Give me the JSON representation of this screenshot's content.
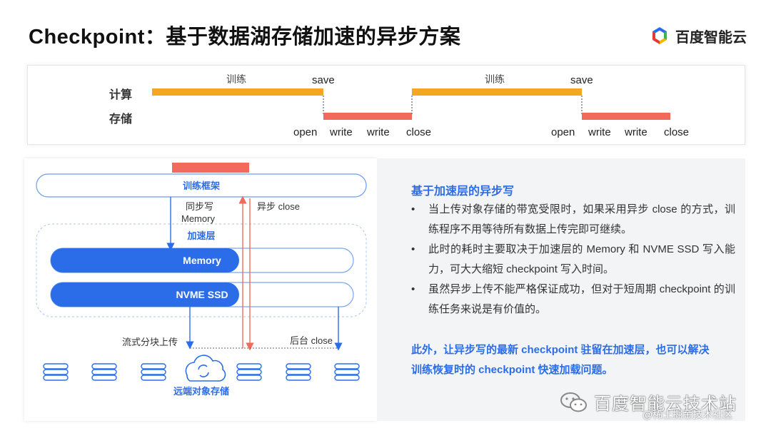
{
  "title": "Checkpoint：基于数据湖存储加速的异步方案",
  "brand": {
    "name": "百度智能云",
    "logo_icon": "baidu-cloud-logo-icon",
    "colors": [
      "#2b6de8",
      "#e53935",
      "#3bb54a",
      "#f7b500"
    ]
  },
  "timeline": {
    "row_labels": [
      "计算",
      "存储"
    ],
    "train_label": "训练",
    "save_label": "save",
    "io_labels": [
      "open",
      "write",
      "write",
      "close"
    ],
    "compute_color": "#f5a623",
    "storage_color": "#f26a5c"
  },
  "arch": {
    "framework": "训练框架",
    "sync_write": "同步写",
    "sync_memory": "Memory",
    "async_close": "异步 close",
    "accel_layer": "加速层",
    "memory": "Memory",
    "nvme": "NVME SSD",
    "stream_upload": "流式分块上传",
    "bg_close": "后台 close",
    "remote_storage": "远端对象存储",
    "disk_icon": "database-icon",
    "cloud_icon": "cloud-sync-icon",
    "accent": "#2b6de8"
  },
  "description": {
    "heading": "基于加速层的异步写",
    "bullets": [
      "当上传对象存储的带宽受限时，如果采用异步 close 的方式，训练程序不用等待所有数据上传完即可继续。",
      "此时的耗时主要取决于加速层的 Memory 和 NVME SSD 写入能力，可大大缩短 checkpoint 写入时间。",
      "虽然异步上传不能严格保证成功，但对于短周期 checkpoint 的训练任务来说是有价值的。"
    ],
    "highlight": "此外，让异步写的最新 checkpoint 驻留在加速层，也可以解决训练恢复时的 checkpoint 快速加载问题。",
    "bullet_char": "•"
  },
  "watermark": {
    "text": "百度智能云技术站",
    "sub": "@稀土掘金技术社区",
    "icon": "wechat-icon"
  }
}
